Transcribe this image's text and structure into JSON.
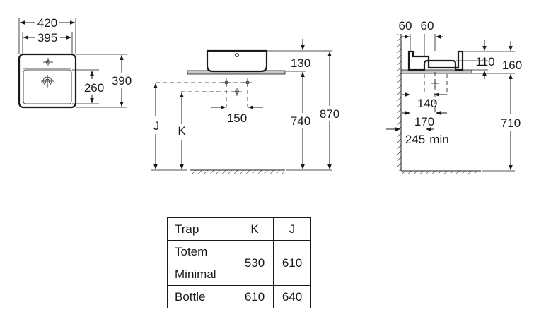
{
  "top_view": {
    "outer_width": "420",
    "inner_width": "395",
    "inner_depth": "260",
    "outer_depth": "390"
  },
  "front_view": {
    "basin_height": "130",
    "tap_spacing": "150",
    "counter_height": "740",
    "total_height": "870",
    "label_j": "J",
    "label_k": "K"
  },
  "side_view": {
    "gap_left": "60",
    "gap_right": "60",
    "inner_height": "110",
    "outer_height": "160",
    "offset_140": "140",
    "offset_170": "170",
    "offset_245": "245",
    "min_label": "min",
    "counter_height": "710"
  },
  "trap_table": {
    "headers": [
      "Trap",
      "K",
      "J"
    ],
    "row_totem": "Totem",
    "row_minimal": "Minimal",
    "row_bottle": "Bottle",
    "totem_minimal_k": "530",
    "totem_minimal_j": "610",
    "bottle_k": "610",
    "bottle_j": "640"
  }
}
